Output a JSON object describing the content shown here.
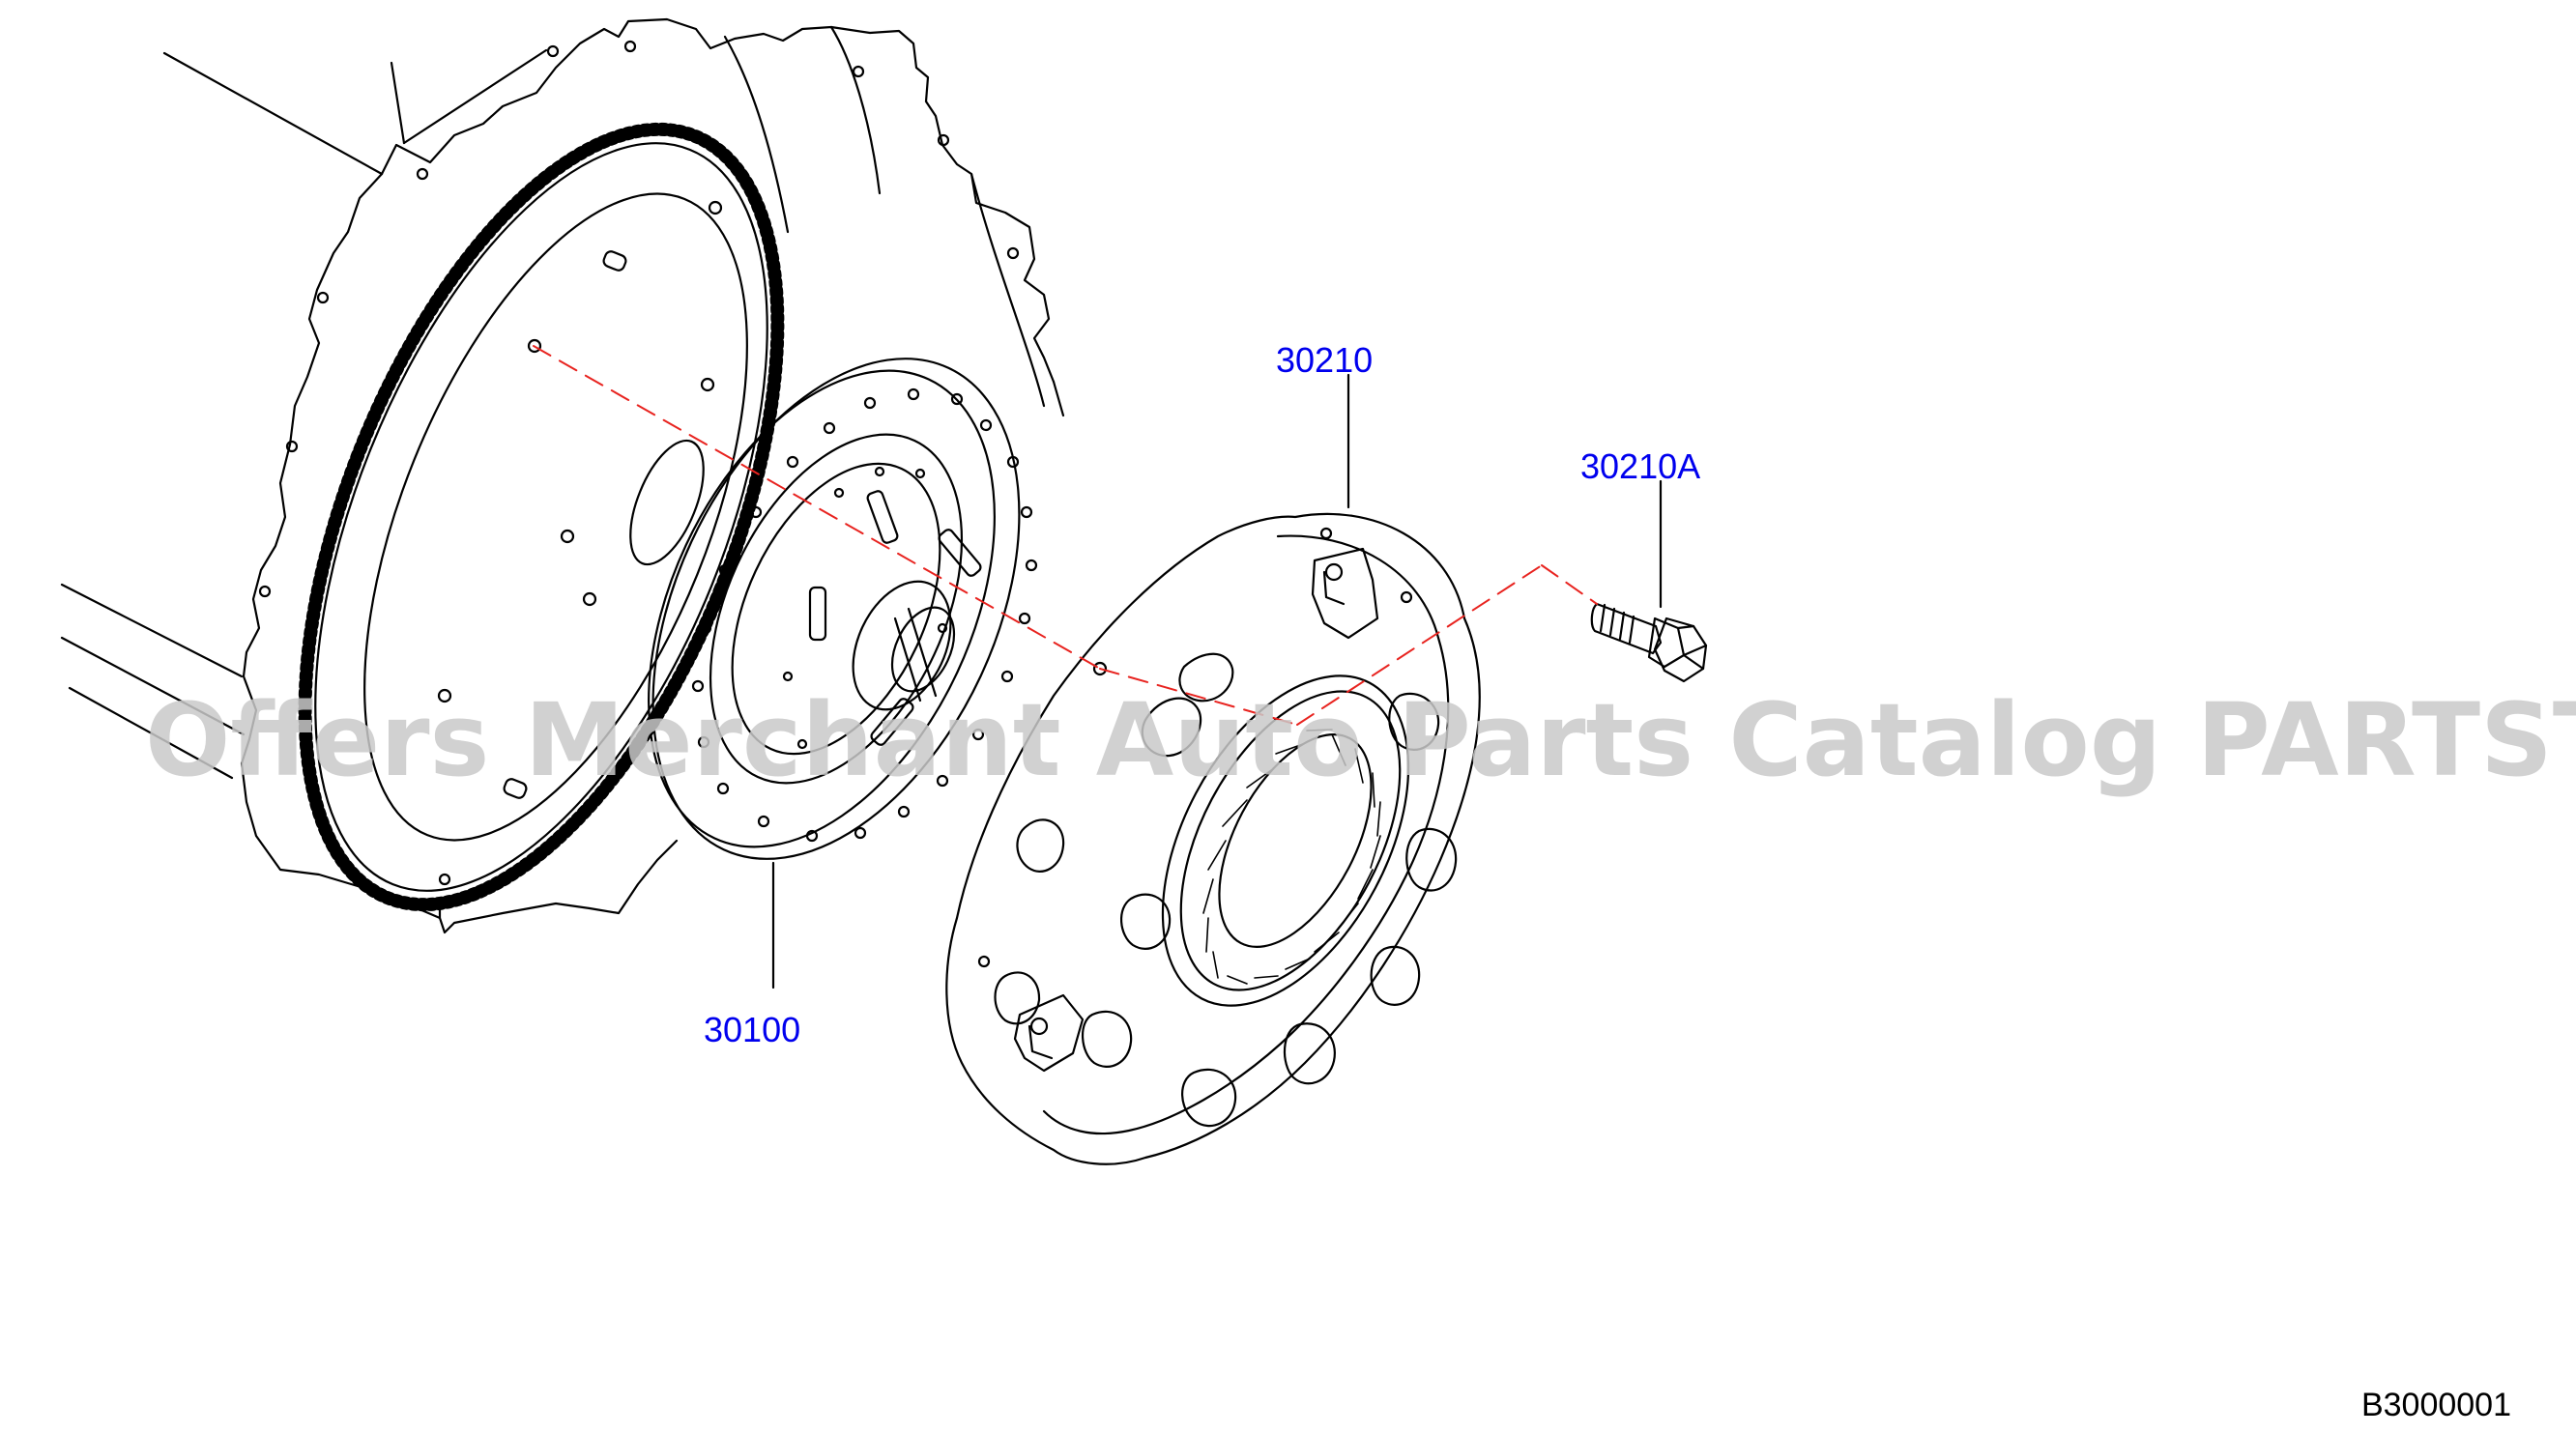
{
  "colors": {
    "line": "#000000",
    "label": "#0000ee",
    "guide": "#e8231f",
    "watermark": "#c9c9c9"
  },
  "callouts": [
    {
      "part": "30210",
      "name": "clutch-cover"
    },
    {
      "part": "30210A",
      "name": "clutch-cover-bolt"
    },
    {
      "part": "30100",
      "name": "clutch-disc"
    }
  ],
  "watermark": "Offers Merchant Auto Parts Catalog PARTSTORE.SA",
  "diagram_code": "B3000001"
}
